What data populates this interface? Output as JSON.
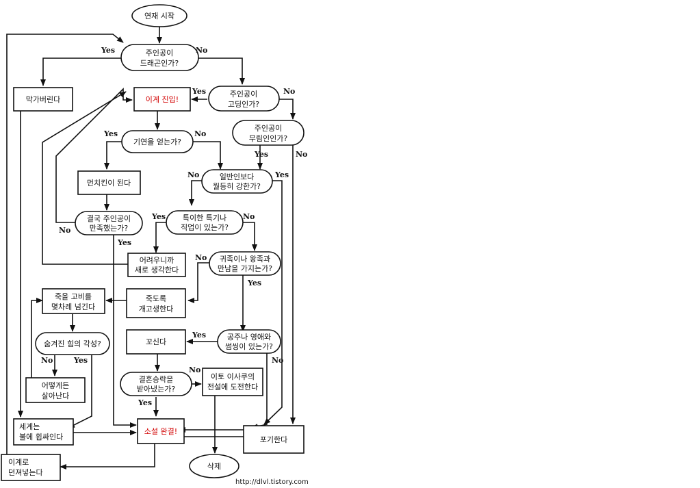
{
  "nodes": {
    "start": "연재 시작",
    "q_dragon": [
      "주인공이",
      "드래곤인가?"
    ],
    "a_block": "막가버린다",
    "q_highschool": [
      "주인공이",
      "고딩인가?"
    ],
    "a_enter": "이계 진입!",
    "q_martial": [
      "주인공이",
      "무림인인가?"
    ],
    "q_chance": "기연을 얻는가?",
    "a_munchkin": "먼치킨이 된다",
    "q_stronger": [
      "일반인보다",
      "월등히 강한가?"
    ],
    "q_satisfied": [
      "결국 주인공이",
      "만족했는가?"
    ],
    "q_skill": [
      "특이한 특기나",
      "직업이 있는가?"
    ],
    "a_hard": [
      "어려우니까",
      "새로 생각한다"
    ],
    "q_noble": [
      "귀족이나 왕족과",
      "만남을 가지는가?"
    ],
    "a_crises": [
      "죽을 고비를",
      "몇차례 넘긴다"
    ],
    "a_suffer": [
      "죽도록",
      "개고생한다"
    ],
    "q_hidden": "숨겨진 힘의 각성?",
    "a_seduce": "꼬신다",
    "q_princess": [
      "공주나 영애와",
      "썸씽이 있는가?"
    ],
    "a_survive": [
      "어떻게든",
      "살아난다"
    ],
    "q_marriage": [
      "결혼승락을",
      "받아냈는가?"
    ],
    "a_legend": [
      "이토 이사쿠의",
      "전설에 도전한다"
    ],
    "a_world": [
      "세계는",
      "불에 휩싸인다"
    ],
    "a_complete": "소설 완결!",
    "a_giveup": "포기한다",
    "a_delete": "삭제",
    "a_throw": [
      "이계로",
      "던져넣는다"
    ]
  },
  "labels": {
    "yes": "Yes",
    "no": "No"
  },
  "colors": {
    "accent": "#d20000",
    "line": "#111111"
  },
  "footer": "http://dlvl.tistory.com"
}
